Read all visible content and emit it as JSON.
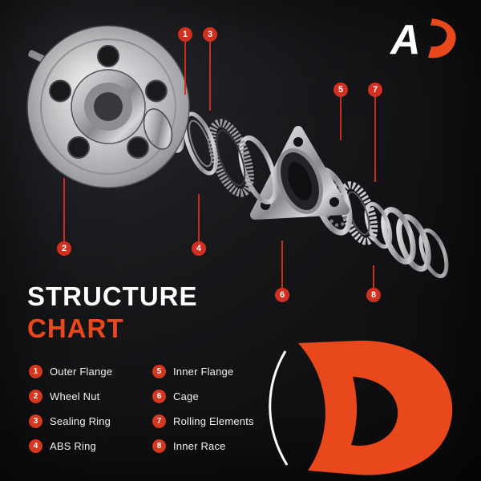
{
  "title": {
    "line1": "STRUCTURE",
    "line2": "CHART"
  },
  "legend": {
    "items": [
      {
        "num": "1",
        "label": "Outer Flange"
      },
      {
        "num": "2",
        "label": "Wheel Nut"
      },
      {
        "num": "3",
        "label": "Sealing Ring"
      },
      {
        "num": "4",
        "label": "ABS Ring"
      },
      {
        "num": "5",
        "label": "Inner Flange"
      },
      {
        "num": "6",
        "label": "Cage"
      },
      {
        "num": "7",
        "label": "Rolling Elements"
      },
      {
        "num": "8",
        "label": "Inner Race"
      }
    ]
  },
  "callouts": [
    {
      "num": "1"
    },
    {
      "num": "2"
    },
    {
      "num": "3"
    },
    {
      "num": "4"
    },
    {
      "num": "5"
    },
    {
      "num": "6"
    },
    {
      "num": "7"
    },
    {
      "num": "8"
    }
  ],
  "brand": {
    "logo_text": "A"
  },
  "diagram": {
    "subject": "Exploded view of wheel hub bearing assembly",
    "parts": [
      "Outer Flange",
      "Wheel Nut",
      "Sealing Ring",
      "ABS Ring",
      "Inner Flange",
      "Cage",
      "Rolling Elements",
      "Inner Race"
    ]
  },
  "colors": {
    "background": "#0c0c0e",
    "accent_orange": "#e8481c",
    "callout_red": "#d12f1f",
    "text_white": "#ffffff"
  }
}
